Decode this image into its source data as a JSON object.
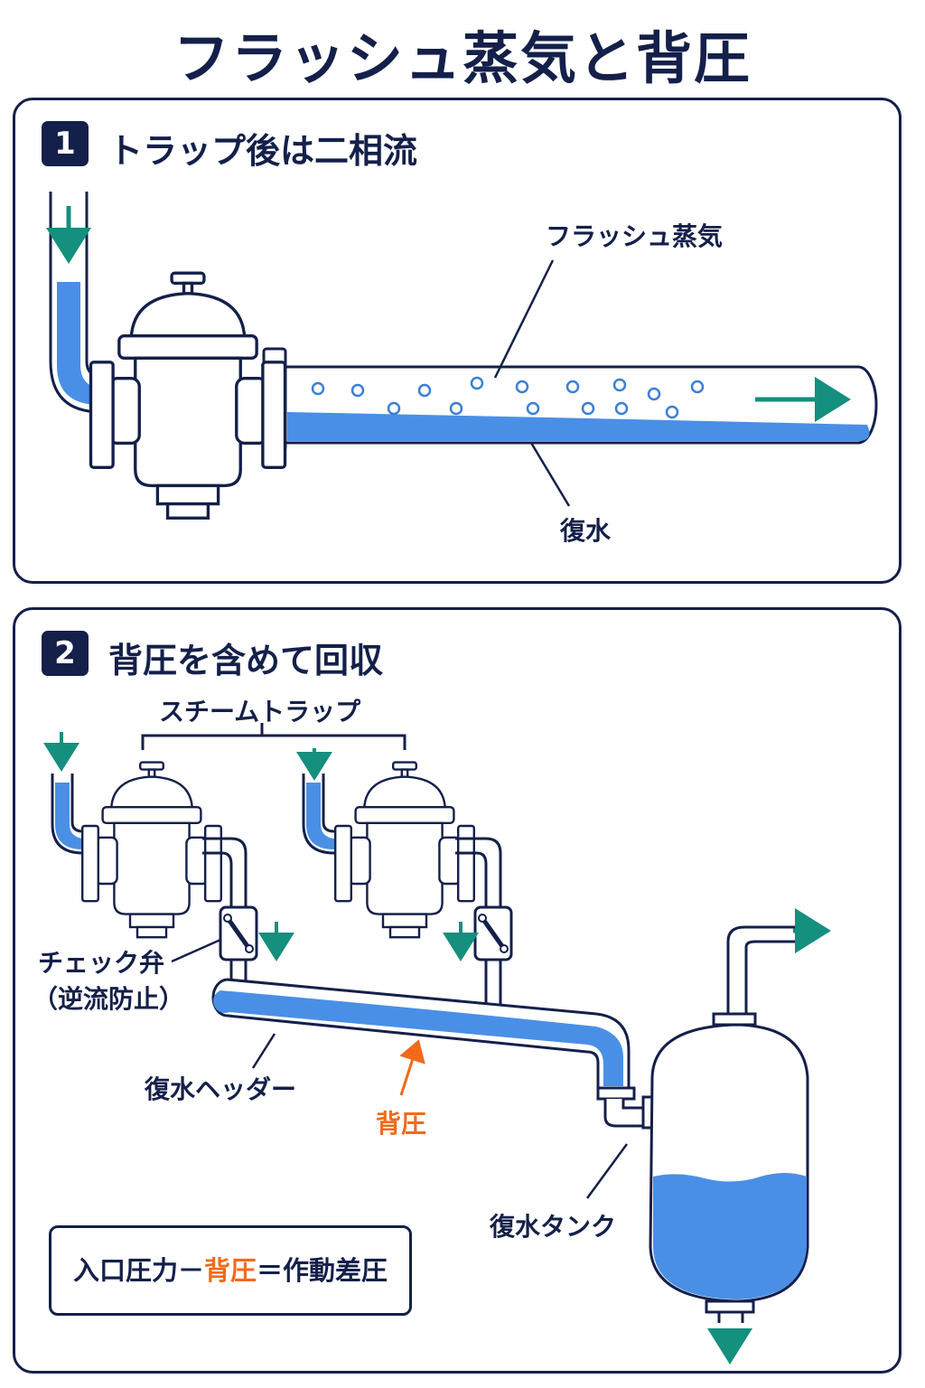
{
  "title": "フラッシュ蒸気と背圧",
  "colors": {
    "navy": "#14204a",
    "water": "#4a8fe6",
    "accent_green": "#158f7e",
    "accent_orange": "#f26a1b"
  },
  "section1": {
    "number": "1",
    "heading": "トラップ後は二相流",
    "labels": {
      "flash_steam": "フラッシュ蒸気",
      "condensate": "復水"
    }
  },
  "section2": {
    "number": "2",
    "heading": "背圧を含めて回収",
    "labels": {
      "steam_trap": "スチームトラップ",
      "check_valve_line1": "チェック弁",
      "check_valve_line2": "（逆流防止）",
      "condensate_header": "復水ヘッダー",
      "back_pressure": "背圧",
      "condensate_tank": "復水タンク"
    },
    "formula": {
      "part1": "入口圧力－",
      "part2": "背圧",
      "part3": "＝作動差圧"
    }
  },
  "icons": [
    "down-arrow-icon",
    "right-arrow-icon",
    "flow-arrow-icon"
  ]
}
